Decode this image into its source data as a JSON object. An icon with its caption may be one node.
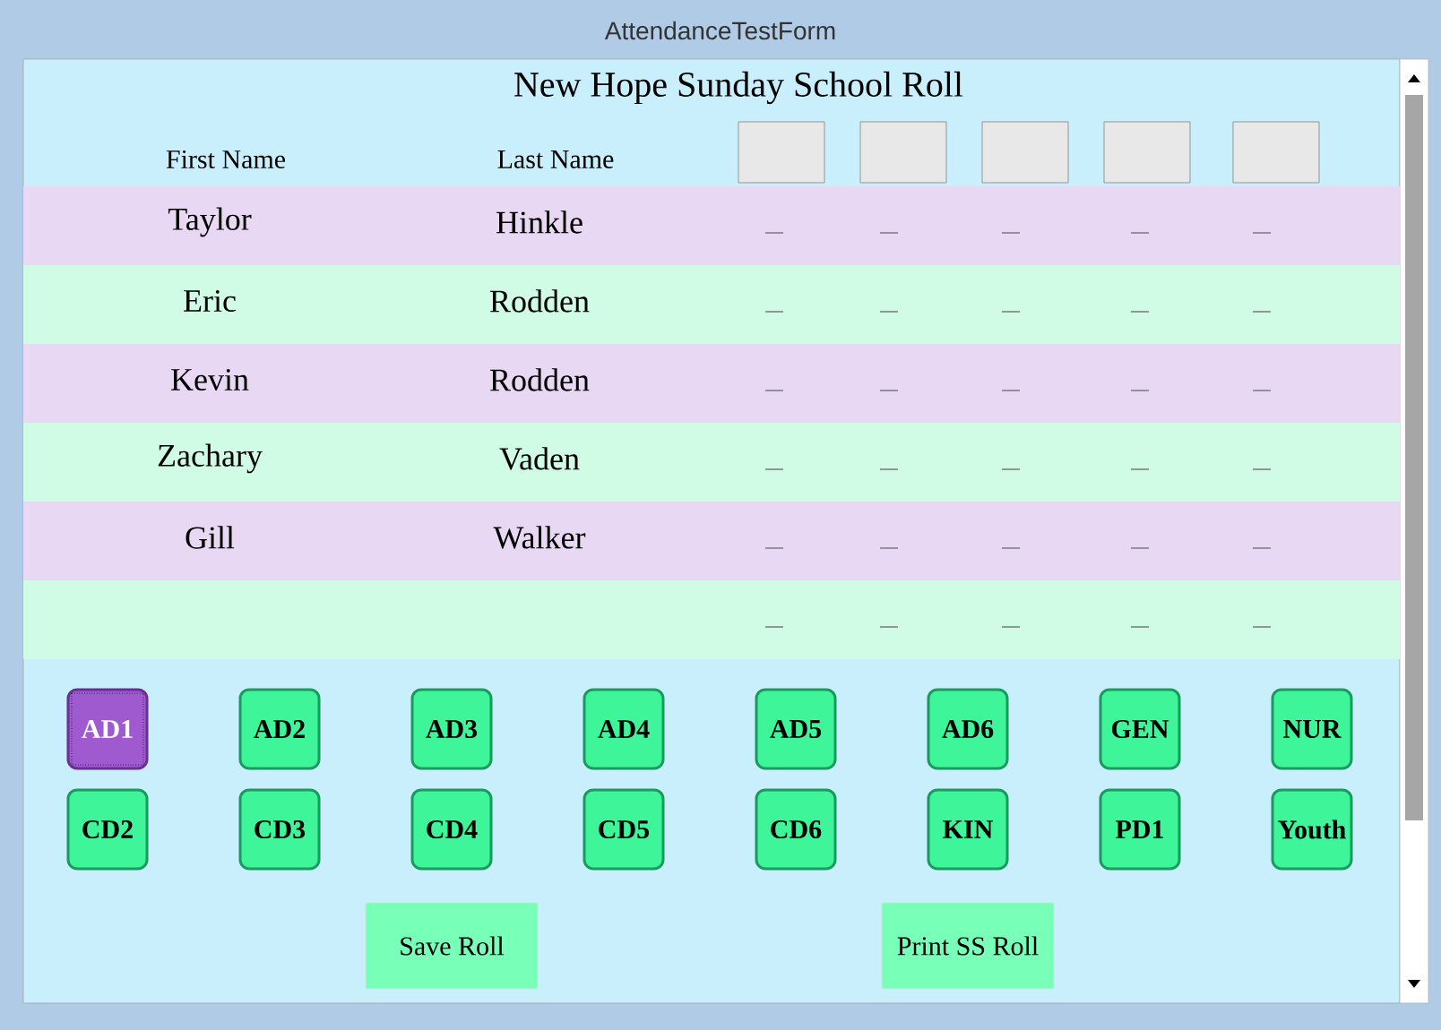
{
  "diagram": {
    "title": "New Hope Sunday School Roll",
    "nodes": [
      {
        "text": [],
        "shape": "box"
      },
      {
        "text": [],
        "shape": "box"
      },
      {
        "text": [],
        "shape": "box"
      },
      {
        "text": [],
        "shape": "box"
      },
      {
        "text": [],
        "shape": "box"
      },
      {
        "text": [
          "AD1"
        ]
      },
      {
        "text": [
          "AD2"
        ]
      },
      {
        "text": [
          "AD3"
        ]
      },
      {
        "text": [
          "AD4"
        ]
      },
      {
        "text": [
          "AD5"
        ]
      },
      {
        "text": [
          "AD6"
        ]
      },
      {
        "text": [
          "GEN"
        ]
      },
      {
        "text": [
          "NUR"
        ]
      },
      {
        "text": [
          "CD2"
        ]
      },
      {
        "text": [
          "CD3"
        ]
      },
      {
        "text": [
          "CD4"
        ]
      },
      {
        "text": [
          "CD5"
        ]
      },
      {
        "text": [
          "CD6"
        ]
      },
      {
        "text": [
          "KIN"
        ]
      },
      {
        "text": [
          "PD1"
        ]
      },
      {
        "text": [
          "Youth"
        ]
      },
      {
        "text": [
          "Save Roll"
        ]
      },
      {
        "text": [
          "Print SS Roll"
        ]
      }
    ],
    "labels": [
      "AttendanceTestForm",
      "First Name",
      "Last Name",
      "Taylor",
      "Hinkle",
      "Eric",
      "Rodden",
      "Kevin",
      "Rodden",
      "Zachary",
      "Vaden",
      "Gill",
      "Walker"
    ]
  }
}
